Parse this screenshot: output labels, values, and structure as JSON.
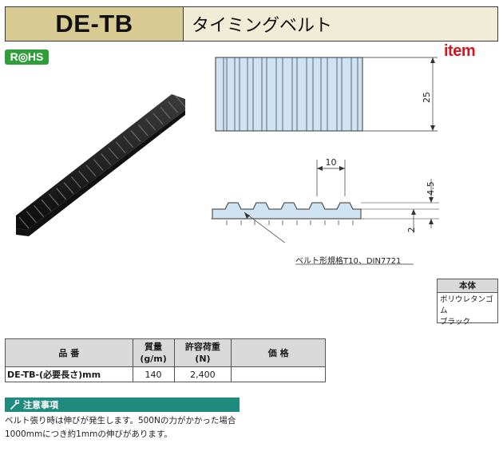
{
  "header": {
    "code": "DE-TB",
    "name": "タイミングベルト"
  },
  "badge": {
    "rohs": "R◎HS"
  },
  "brand": {
    "logo": "item"
  },
  "drawing": {
    "width_dim": "25",
    "pitch_dim": "10",
    "tooth_height_dim": "4.5",
    "thickness_dim": "2",
    "callout": "ベルト形規格T10、DIN7721"
  },
  "material": {
    "header": "本体",
    "lines": [
      "ポリウレタンゴム",
      "ブラック"
    ]
  },
  "spec_table": {
    "headers": [
      "品 番",
      "質量\n(g/m)",
      "許容荷重\n(N)",
      "価 格"
    ],
    "rows": [
      {
        "code": "DE-TB-(必要長さ)mm",
        "mass": "140",
        "load": "2,400",
        "price": ""
      }
    ]
  },
  "notes": {
    "title": "注意事項",
    "lines": [
      "ベルト張り時は伸びが発生します。500Nの力がかかった場合",
      "1000mmにつき約1mmの伸びがあります。"
    ]
  },
  "colors": {
    "header_code_bg": "#d8ca93",
    "header_name_bg": "#f1ecd5",
    "rohs_green": "#2f9e3a",
    "logo_red": "#d2161e",
    "note_bar": "#1f8a7e",
    "belt_blue": "#cfe3f2"
  },
  "icons": {
    "note": "wrench-icon",
    "belt_photo": "timing-belt-image"
  }
}
